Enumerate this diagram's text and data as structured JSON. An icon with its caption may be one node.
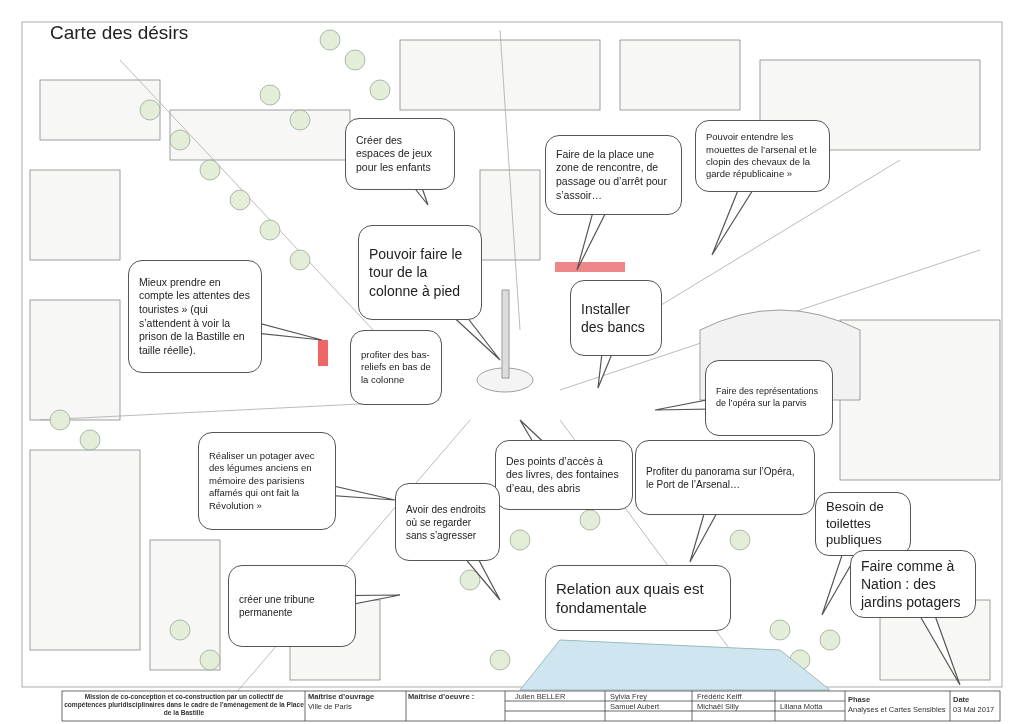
{
  "diagram": {
    "title": "Carte des désirs",
    "nodes": [
      {
        "text": [
          "Créer des espaces de jeux pour les enfants"
        ]
      },
      {
        "text": [
          "Pouvoir entendre les mouettes de l’arsenal et le clopin des chevaux de la garde républicaine »"
        ]
      },
      {
        "text": [
          "Faire de la place une zone de rencontre, de passage ou d’arrêt pour s’assoir…"
        ]
      },
      {
        "text": [
          "Pouvoir faire le tour de la colonne à pied"
        ]
      },
      {
        "text": [
          "Mieux prendre en compte les attentes des touristes » (qui s’attendent à voir la prison de la Bastille en taille réelle)."
        ]
      },
      {
        "text": [
          "Installer des bancs"
        ]
      },
      {
        "text": [
          "profiter des bas-reliefs en bas de la colonne"
        ]
      },
      {
        "text": [
          "Faire des représentations de l’opéra sur la parvis"
        ]
      },
      {
        "text": [
          "Réaliser un potager avec des légumes anciens en mémoire des parisiens affamés qui ont fait la Révolution »"
        ]
      },
      {
        "text": [
          "Des points d’accès à des livres, des fontaines d’eau, des abris"
        ]
      },
      {
        "text": [
          "Profiter du panorama sur l’Opéra, le Port de l’Arsenal…"
        ]
      },
      {
        "text": [
          "Avoir des endroits où se regarder sans s’agresser"
        ]
      },
      {
        "text": [
          "Besoin de toilettes publiques"
        ]
      },
      {
        "text": [
          "Faire comme à Nation : des jardins potagers"
        ]
      },
      {
        "text": [
          "créer une tribune permanente"
        ]
      },
      {
        "text": [
          "Relation aux quais est fondamentale"
        ]
      }
    ],
    "labels": [
      "Mission de co-conception et co-construction par un collectif de compétences pluridisciplinaires dans le cadre de l’aménagement de la Place de la Bastille",
      "Maîtrise d’ouvrage",
      "Ville de Paris",
      "Maîtrise d’oeuvre :",
      "Julien BELLER",
      "Sylvia Frey",
      "Frédéric Keiff",
      "Samuel Aubert",
      "Michaël Silly",
      "Liliana Motta",
      "Phase",
      "Analyses et Cartes Sensibles",
      "Date",
      "03 Mai 2017"
    ]
  }
}
